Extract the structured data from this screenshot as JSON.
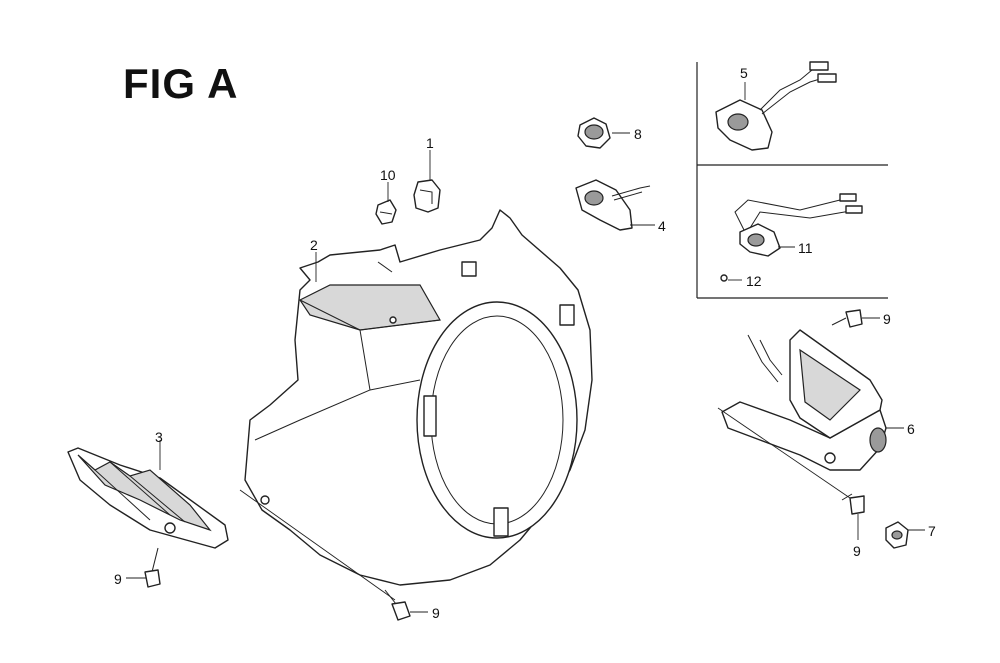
{
  "figure": {
    "title": "FIG A"
  },
  "callouts": {
    "c1": "1",
    "c2": "2",
    "c3": "3",
    "c4": "4",
    "c5": "5",
    "c6": "6",
    "c7": "7",
    "c8": "8",
    "c9a": "9",
    "c9b": "9",
    "c9c": "9",
    "c9d": "9",
    "c10": "10",
    "c11": "11",
    "c12": "12"
  }
}
